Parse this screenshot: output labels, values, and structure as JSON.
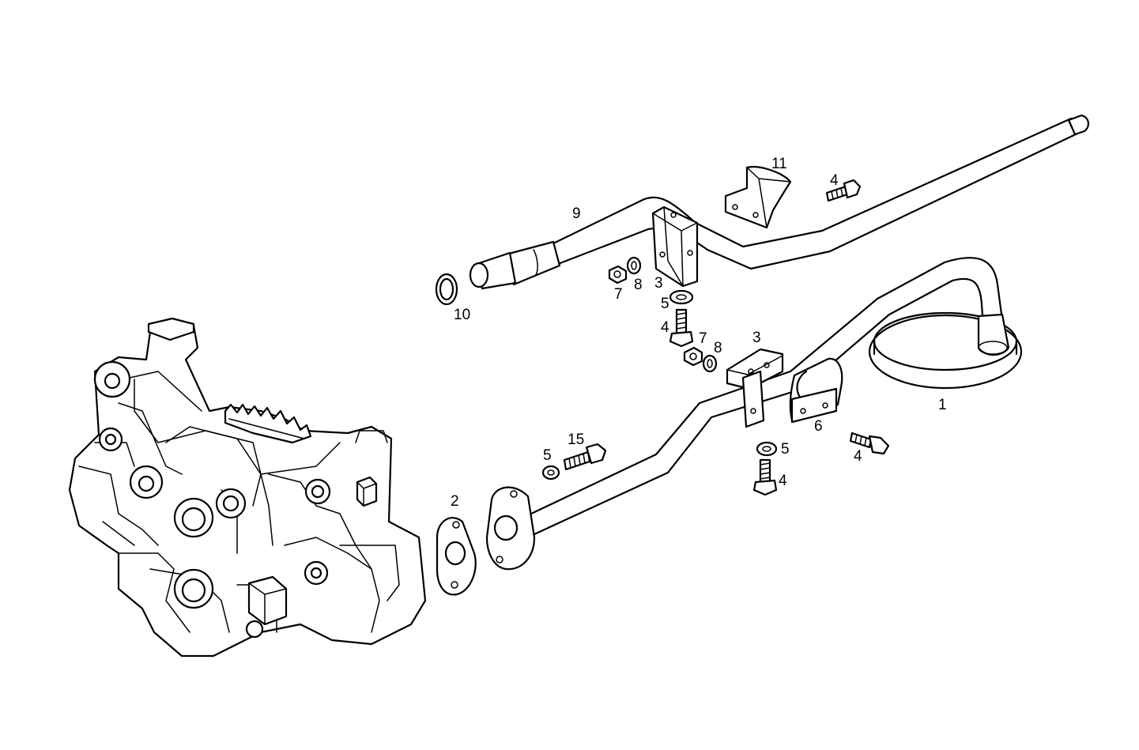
{
  "diagram": {
    "callouts": {
      "c1": "1",
      "c2": "2",
      "c3a": "3",
      "c3b": "3",
      "c4a": "4",
      "c4b": "4",
      "c4c": "4",
      "c4d": "4",
      "c5a": "5",
      "c5b": "5",
      "c5c": "5",
      "c6": "6",
      "c7a": "7",
      "c7b": "7",
      "c8a": "8",
      "c8b": "8",
      "c9": "9",
      "c10": "10",
      "c11": "11",
      "c15": "15"
    }
  }
}
